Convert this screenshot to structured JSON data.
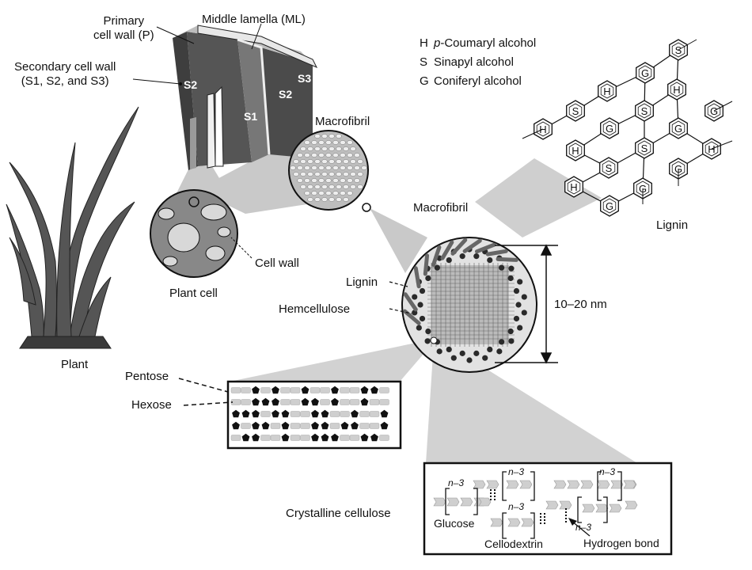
{
  "labels": {
    "primary_cell_wall": [
      "Primary",
      "cell wall (P)"
    ],
    "middle_lamella": "Middle lamella (ML)",
    "secondary_cell_wall": [
      "Secondary cell wall",
      "(S1, S2, and S3)"
    ],
    "wall_layers": {
      "s1": "S1",
      "s2_left": "S2",
      "s2_right": "S2",
      "s3": "S3"
    },
    "macrofibril_top": "Macrofibril",
    "macrofibril_side": "Macrofibril",
    "cell_wall": "Cell wall",
    "plant_cell": "Plant cell",
    "plant": "Plant",
    "lignin_left": "Lignin",
    "hemicellulose": "Hemcellulose",
    "diameter": "10–20 nm",
    "lignin_right": "Lignin",
    "pentose": "Pentose",
    "hexose": "Hexose",
    "crystalline_cellulose": "Crystalline cellulose",
    "glucose": "Glucose",
    "cellodextrin": "Cellodextrin",
    "hydrogen_bond": "Hydrogen bond",
    "repeat_n3": "n–3"
  },
  "legend": [
    {
      "key": "H",
      "name_prefix": "p",
      "name_rest": "-Coumaryl alcohol"
    },
    {
      "key": "S",
      "name_prefix": "",
      "name_rest": "Sinapyl alcohol"
    },
    {
      "key": "G",
      "name_prefix": "",
      "name_rest": "Coniferyl alcohol"
    }
  ],
  "lignin_rings": [
    "S",
    "G",
    "H",
    "H",
    "S",
    "S",
    "G",
    "G",
    "H",
    "G",
    "H",
    "S",
    "H",
    "S",
    "G",
    "H",
    "G",
    "G",
    "H",
    "G"
  ],
  "colors": {
    "ink": "#111111",
    "wall_dark": "#4a4a4a",
    "wall_mid": "#7a7a7a",
    "wall_light": "#c8c8c8",
    "cone": "#c9c9c9",
    "glucose_unit": "#cfcfcf"
  }
}
